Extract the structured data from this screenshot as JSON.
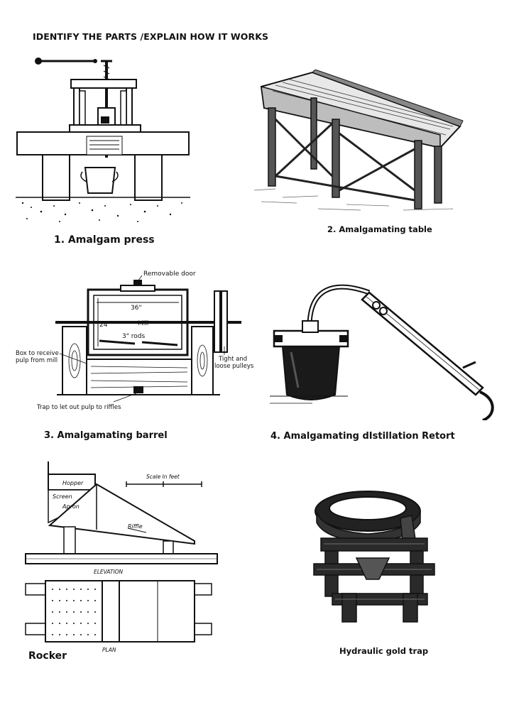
{
  "worksheet": {
    "title": "IDENTIFY THE PARTS /EXPLAIN HOW IT WORKS"
  },
  "figures": {
    "amalgam_press": {
      "caption": "1. Amalgam press"
    },
    "amalgamating_table": {
      "caption": "2. Amalgamating table"
    },
    "amalgamating_barrel": {
      "caption": "3. Amalgamating barrel",
      "labels": {
        "removable_door": "Removable door",
        "dimension_36": "36\"",
        "dimension_24": "24\"",
        "mill": "Mill",
        "rods": "3\" rods",
        "box": "Box to receive",
        "box2": "pulp from mill",
        "pulleys": "Tight and",
        "pulleys2": "loose pulleys",
        "trap": "Trap to let out pulp to riffles"
      }
    },
    "distillation_retort": {
      "caption": "4. Amalgamating dIstillation Retort"
    },
    "rocker": {
      "caption": "Rocker",
      "labels": {
        "hopper": "Hopper",
        "screen": "Screen",
        "apron": "Apron",
        "riffle": "Riffle",
        "scale": "Scale In feet",
        "elevation": "ELEVATION",
        "plan": "PLAN"
      }
    },
    "hydraulic_gold_trap": {
      "caption": "Hydraulic gold trap"
    }
  }
}
